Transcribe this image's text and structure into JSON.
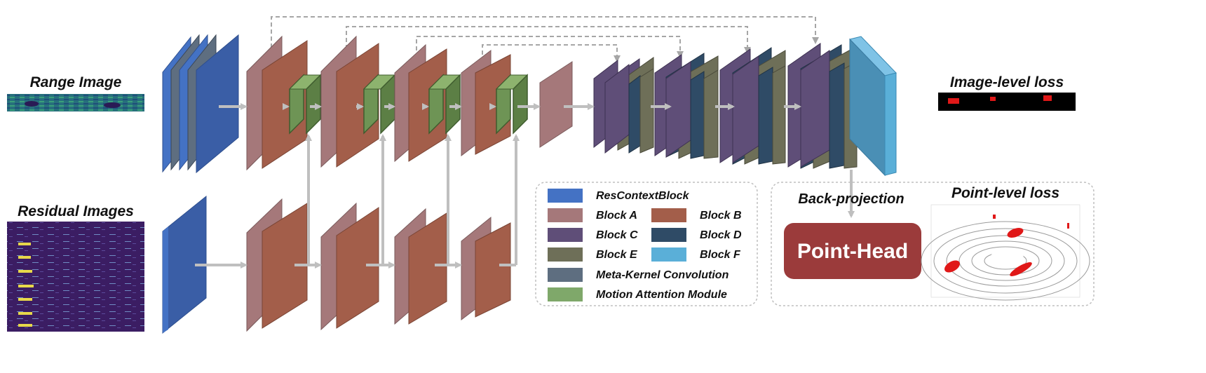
{
  "inputs": {
    "range_image": "Range Image",
    "residual_images": "Residual Images"
  },
  "outputs": {
    "image_level_loss": "Image-level loss",
    "point_level_loss": "Point-level loss",
    "back_projection": "Back-projection",
    "point_head": "Point-Head"
  },
  "legend": {
    "items": [
      {
        "label": "ResContextBlock",
        "color": "#4472C4"
      },
      {
        "label": "Block A",
        "color": "#A5787A"
      },
      {
        "label": "Block B",
        "color": "#A35E4A"
      },
      {
        "label": "Block C",
        "color": "#5F4E78"
      },
      {
        "label": "Block D",
        "color": "#2F4B66"
      },
      {
        "label": "Block E",
        "color": "#6E6F58"
      },
      {
        "label": "Block F",
        "color": "#5AAFD8"
      },
      {
        "label": "Meta-Kernel Convolution",
        "color": "#5E6E80"
      },
      {
        "label": "Motion Attention Module",
        "color": "#7FA86A"
      }
    ]
  },
  "colors": {
    "arrow": "#BFBFBF",
    "skip": "#A6A6A6",
    "point_head_bg": "#9B3B3B"
  }
}
